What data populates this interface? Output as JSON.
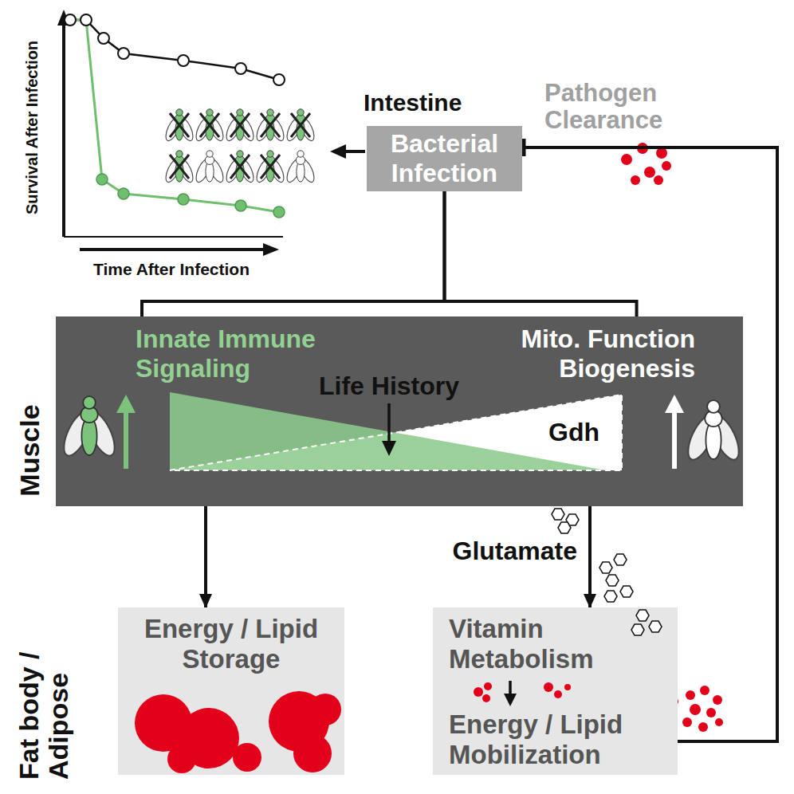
{
  "diagram": {
    "nodes": [
      {
        "text": [
          "Intestine",
          "Bacterial Infection"
        ]
      },
      {
        "text": [
          "Muscle"
        ]
      },
      {
        "text": [
          "Innate Immune Signaling"
        ],
        "in": 1
      },
      {
        "text": [
          "Mito. Function Biogenesis"
        ],
        "in": 1
      },
      {
        "text": [
          "Energy / Lipid Storage"
        ]
      },
      {
        "text": [
          "Vitamin Metabolism",
          "Energy / Lipid Mobilization"
        ]
      }
    ],
    "edges": [
      {
        "from": 0,
        "to": 2,
        "arrow": "none"
      },
      {
        "from": 0,
        "to": 3,
        "arrow": "none"
      },
      {
        "from": 2,
        "to": 4,
        "arrow": "to"
      },
      {
        "from": 3,
        "to": 5,
        "arrow": "to",
        "label": "Glutamate"
      },
      {
        "from": 5,
        "to": 0,
        "arrow": "to"
      }
    ],
    "labels": [
      "Survival After Infection",
      "Time After Infection",
      "Pathogen Clearance",
      "Life History",
      "Gdh",
      "Fat body / Adipose"
    ]
  }
}
